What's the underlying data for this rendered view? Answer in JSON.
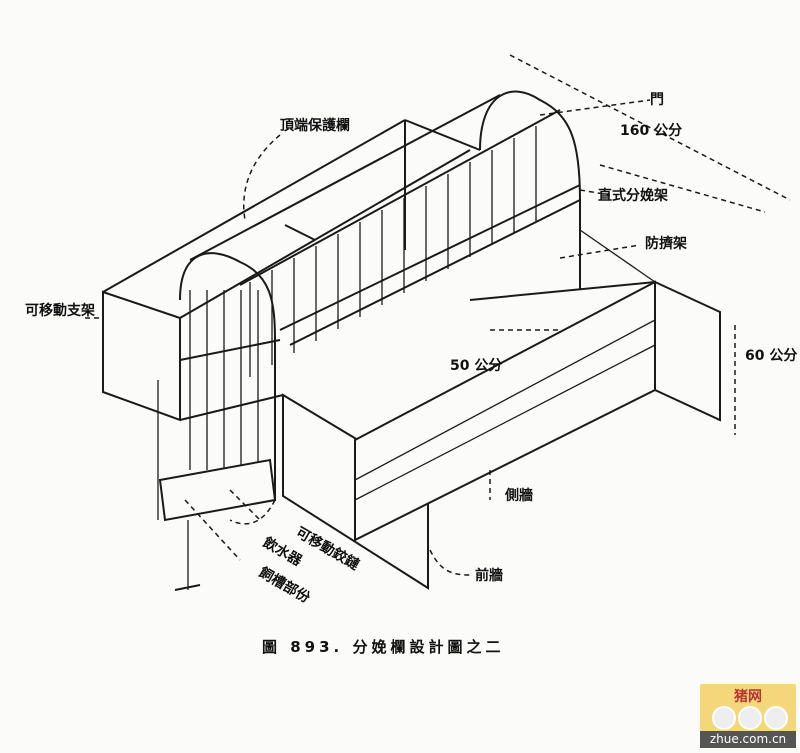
{
  "labels": {
    "top_rail": "頂端保護欄",
    "door": "門",
    "length": "160 公分",
    "crate": "直式分娩架",
    "anti_crush": "防擠架",
    "movable_stand": "可移動支架",
    "width": "50 公分",
    "height": "60 公分",
    "side_wall": "側牆",
    "hinge": "可移動鉸鏈",
    "waterer": "飲水器",
    "feeder": "飼槽部份",
    "front_wall": "前牆"
  },
  "caption": "圖 893. 分娩欄設計圖之二",
  "watermark": {
    "name": "猪网",
    "url": "zhue.com.cn"
  }
}
